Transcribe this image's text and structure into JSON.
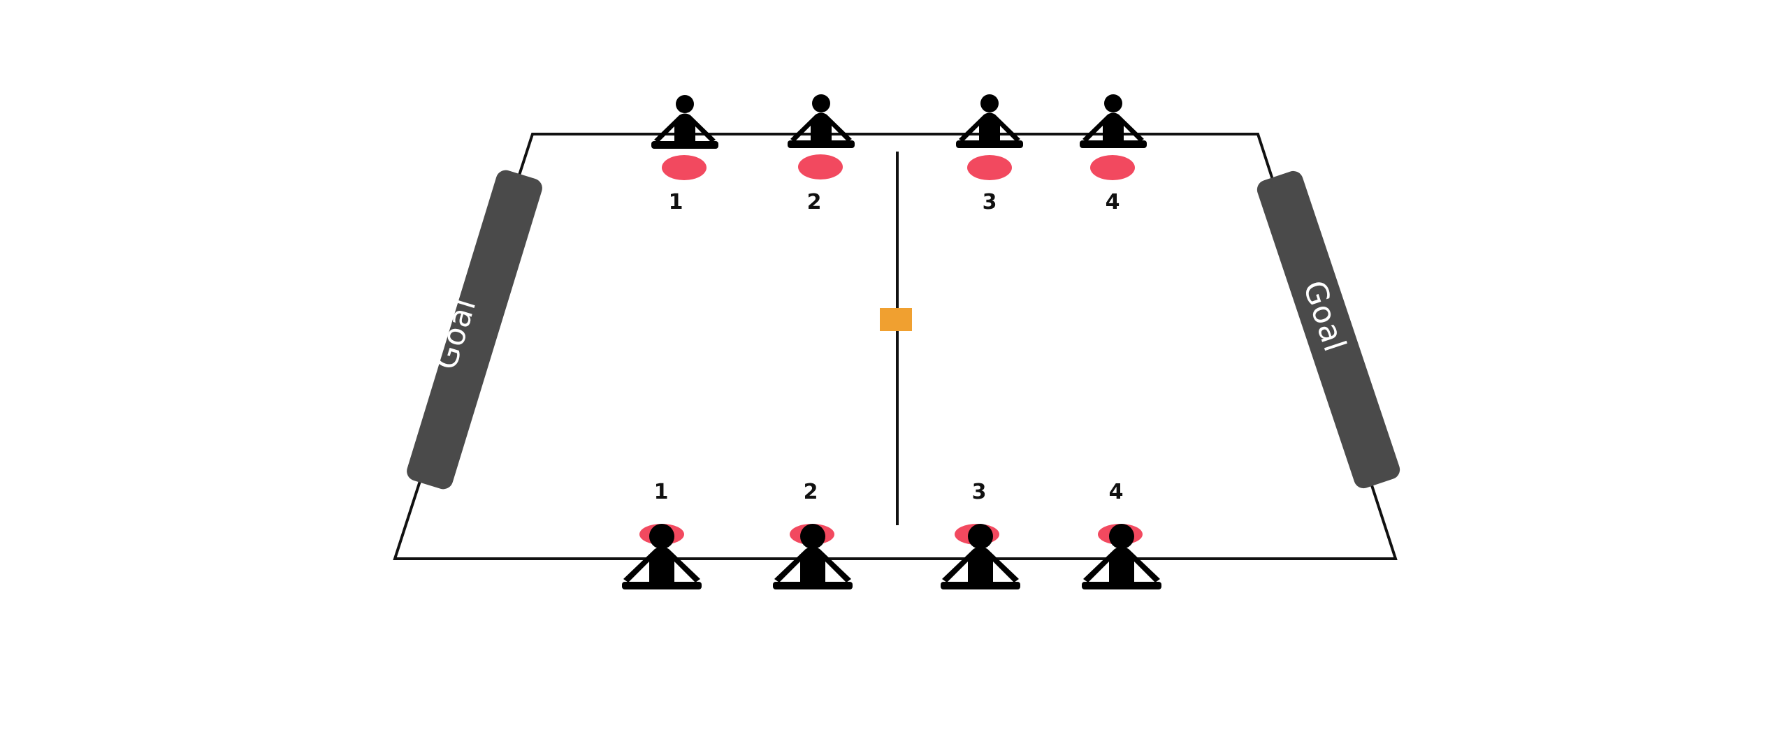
{
  "colors": {
    "background": "#ffffff",
    "court_line": "#111111",
    "goal": "#4a4a4a",
    "goal_text": "#ffffff",
    "mat": "#f2495f",
    "player": "#000000",
    "ball": "#f0a030"
  },
  "goals": {
    "left_label": "Goal",
    "right_label": "Goal"
  },
  "players": {
    "top": [
      {
        "number": "1",
        "icon": "seated-person-icon"
      },
      {
        "number": "2",
        "icon": "seated-person-icon"
      },
      {
        "number": "3",
        "icon": "seated-person-icon"
      },
      {
        "number": "4",
        "icon": "seated-person-icon"
      }
    ],
    "bottom": [
      {
        "number": "1",
        "icon": "seated-person-icon"
      },
      {
        "number": "2",
        "icon": "seated-person-icon"
      },
      {
        "number": "3",
        "icon": "seated-person-icon"
      },
      {
        "number": "4",
        "icon": "seated-person-icon"
      }
    ]
  },
  "ball": {
    "icon": "ball-marker"
  }
}
